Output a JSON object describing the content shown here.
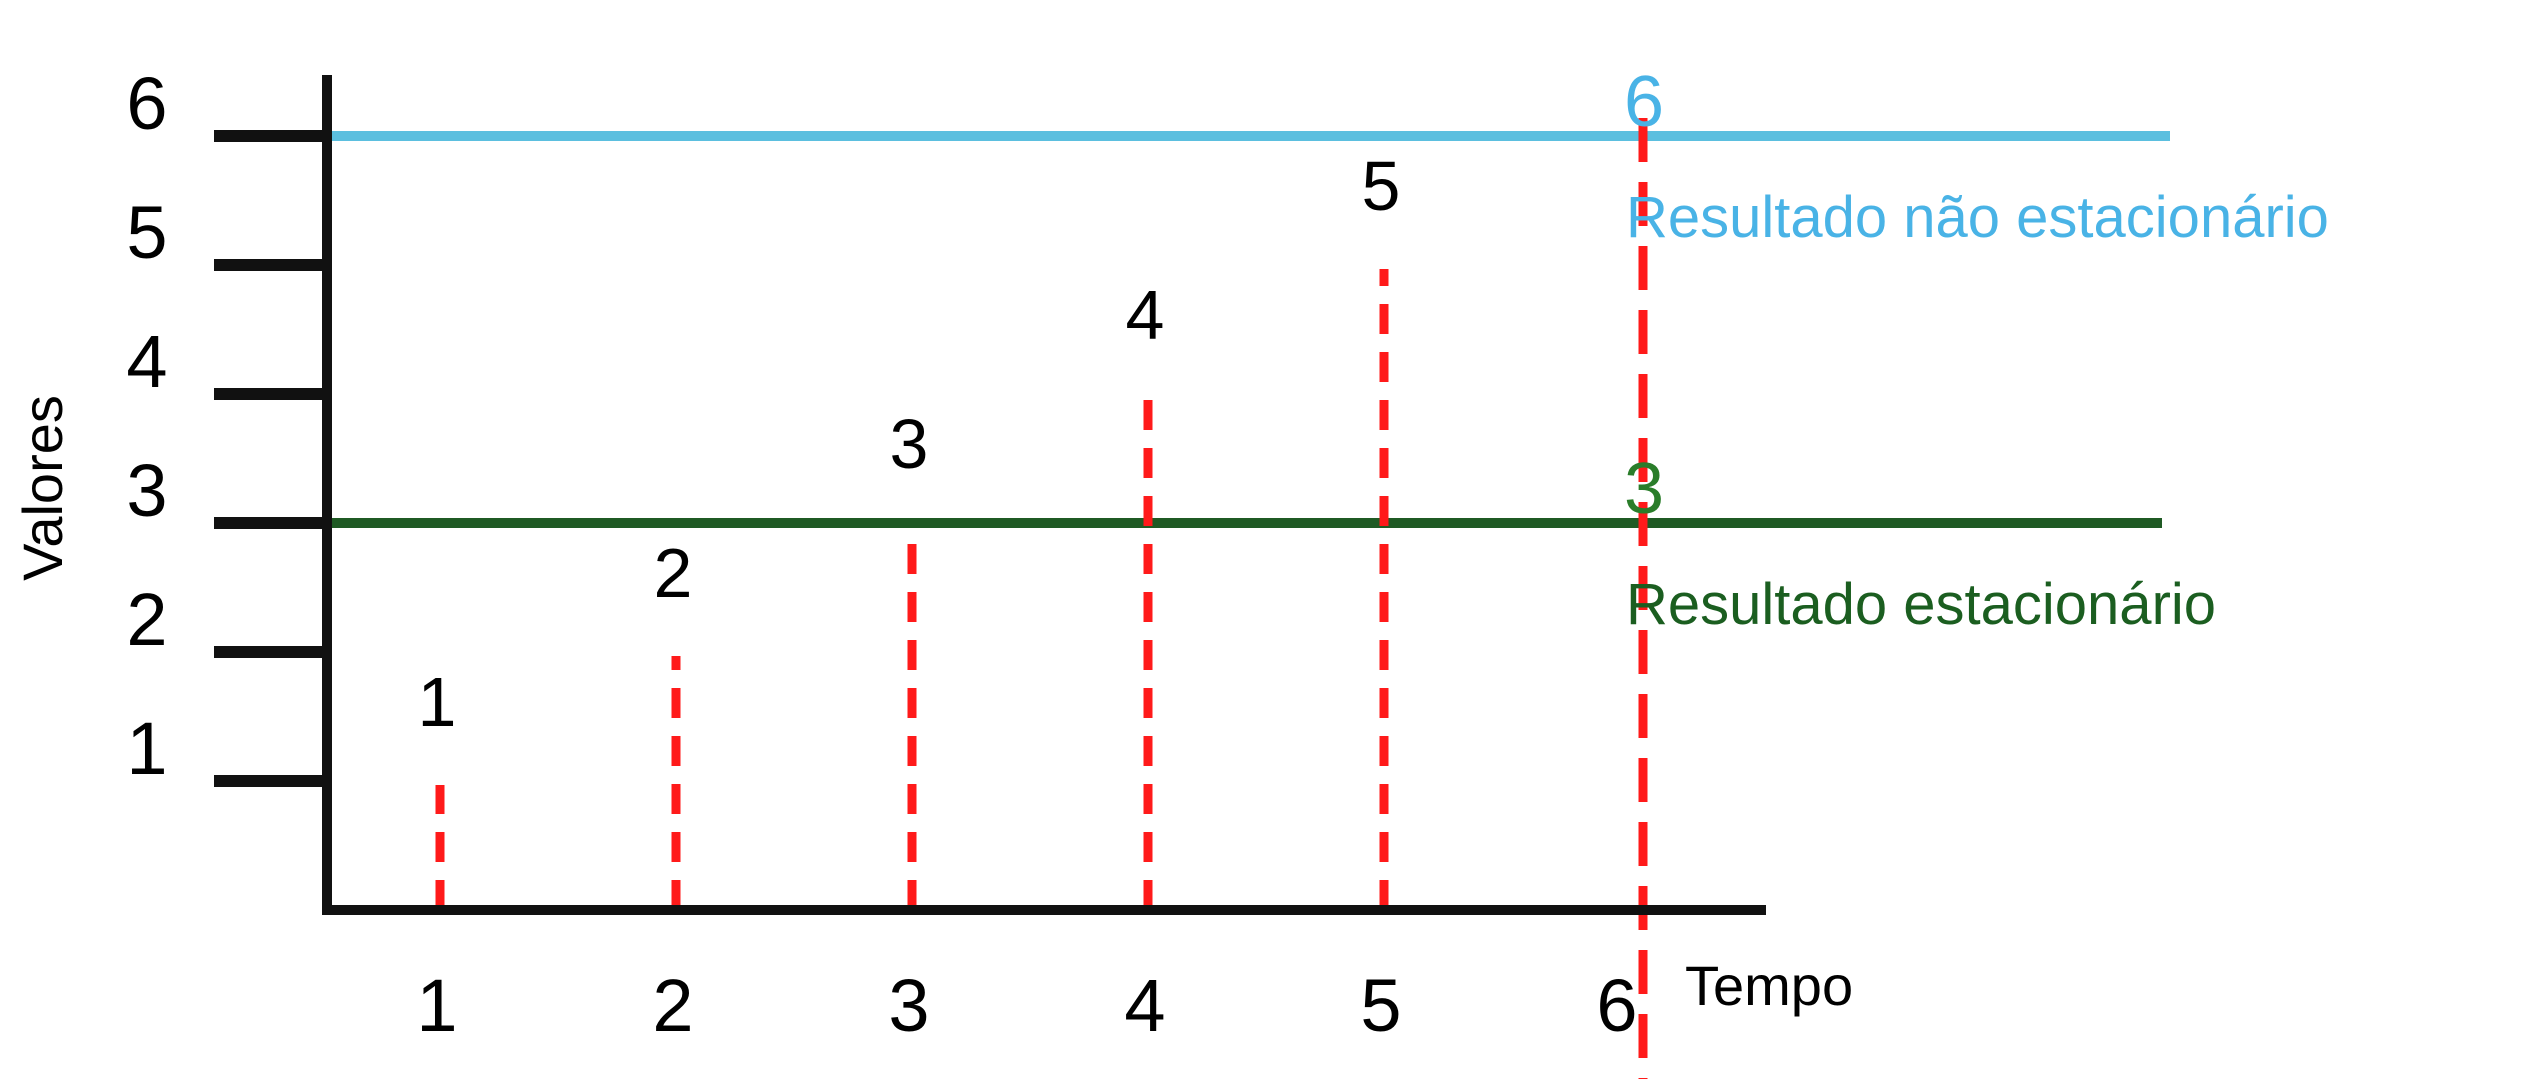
{
  "chart_data": {
    "type": "bar",
    "xlabel": "Tempo",
    "ylabel": "Valores",
    "x_ticks": [
      "1",
      "2",
      "3",
      "4",
      "5",
      "6"
    ],
    "y_ticks": [
      "1",
      "2",
      "3",
      "4",
      "5",
      "6"
    ],
    "ylim": [
      0,
      6.5
    ],
    "points": [
      {
        "x": 1,
        "y": 1,
        "label": "1"
      },
      {
        "x": 2,
        "y": 2,
        "label": "2"
      },
      {
        "x": 3,
        "y": 3,
        "label": "3"
      },
      {
        "x": 4,
        "y": 4,
        "label": "4"
      },
      {
        "x": 5,
        "y": 5,
        "label": "5"
      }
    ],
    "vertical_marker": {
      "x": 6,
      "style": "dashed",
      "color": "#ff1a1a"
    },
    "reference_lines": [
      {
        "y": 6,
        "value_label": "6",
        "label": "Resultado não estacionário",
        "color": "#5bbfdf",
        "text_color": "#49b3e6"
      },
      {
        "y": 3,
        "value_label": "3",
        "label": "Resultado estacionário",
        "color": "#1f5a24",
        "text_color": "#1b5e20",
        "value_color": "#2a7d2a"
      }
    ],
    "colors": {
      "stems": "#ff1a1a",
      "axes": "#111111"
    },
    "grid": false,
    "legend": "none"
  }
}
